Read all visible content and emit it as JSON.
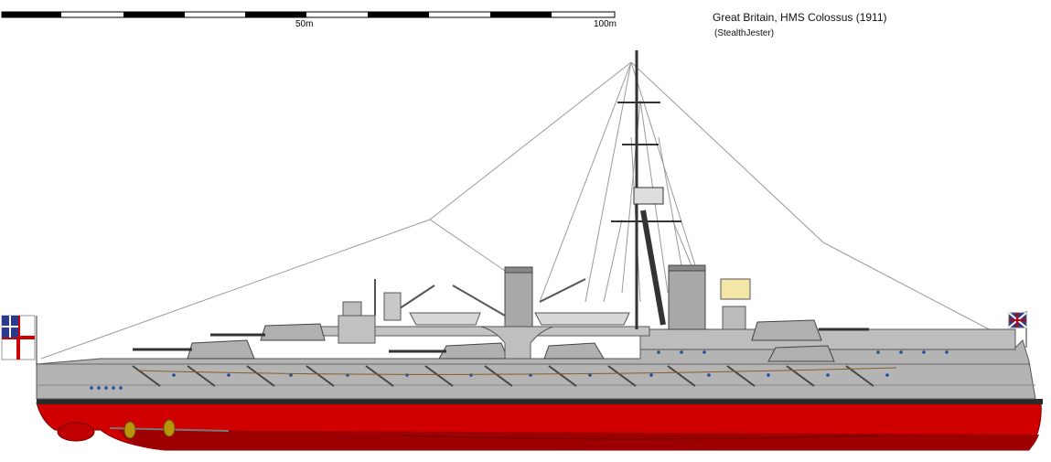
{
  "header": {
    "title": "Great Britain, HMS Colossus (1911)",
    "credit": "(StealthJester)"
  },
  "scale": {
    "label_mid": "50m",
    "label_end": "100m"
  },
  "colors": {
    "hull_grey": "#b4b4b4",
    "hull_red": "#d10000",
    "hull_red_dark": "#9c0000",
    "boot_black": "#2a2a2a",
    "port_blue": "#1e4f9a",
    "rigging": "#9a9a9a",
    "brass": "#d9b200"
  },
  "icons": {
    "ensign_stern": "white-ensign-icon",
    "jack_bow": "union-jack-icon"
  }
}
